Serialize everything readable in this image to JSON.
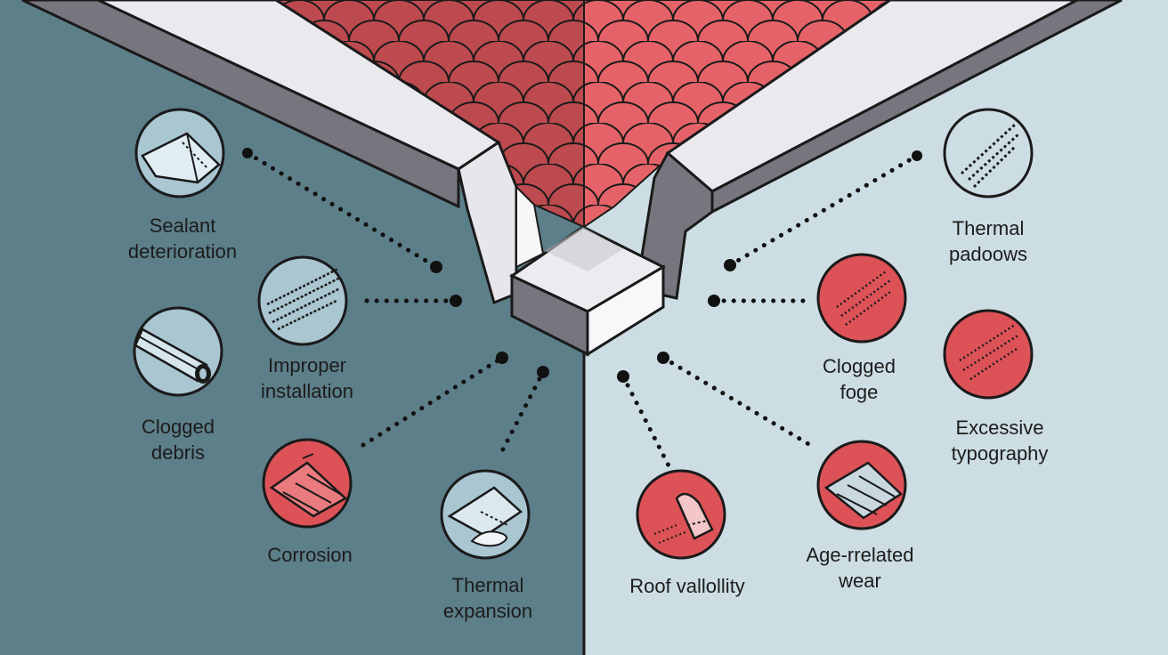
{
  "colors": {
    "left_panel": "#5d7f89",
    "right_panel": "#ccdde3",
    "roof_tile_dark": "#bd4a4e",
    "roof_tile_light": "#e56368",
    "flashing_light": "#e9e9ee",
    "flashing_dark": "#77767f",
    "icon_blue": "#a9c6d1",
    "icon_red": "#dc5257",
    "outline": "#1a1a1a"
  },
  "left_labels": [
    {
      "id": "sealant",
      "lines": [
        "Sealant",
        "deterioration"
      ],
      "icon": "flashing-channel-icon",
      "icon_color": "blue"
    },
    {
      "id": "improper",
      "lines": [
        "Improper",
        "installation"
      ],
      "icon": "text-pattern-icon",
      "icon_color": "blue"
    },
    {
      "id": "clogged-debris",
      "lines": [
        "Clogged",
        "debris"
      ],
      "icon": "pipe-icon",
      "icon_color": "blue"
    },
    {
      "id": "corrosion",
      "lines": [
        "Corrosion"
      ],
      "icon": "corroded-panel-icon",
      "icon_color": "red"
    },
    {
      "id": "thermal-expansion",
      "lines": [
        "Thermal",
        "expansion"
      ],
      "icon": "hand-on-flashing-icon",
      "icon_color": "blue"
    }
  ],
  "right_labels": [
    {
      "id": "thermal-padoows",
      "lines": [
        "Thermal",
        "padoows"
      ],
      "icon": "dotted-grid-icon",
      "icon_color": "blue"
    },
    {
      "id": "clogged-foge",
      "lines": [
        "Clogged",
        "foge"
      ],
      "icon": "striped-pattern-icon",
      "icon_color": "red"
    },
    {
      "id": "excessive",
      "lines": [
        "Excessive",
        "typography"
      ],
      "icon": "striped-pattern-icon",
      "icon_color": "red"
    },
    {
      "id": "age-wear",
      "lines": [
        "Age-rrelated",
        "wear"
      ],
      "icon": "worn-flashing-icon",
      "icon_color": "red"
    },
    {
      "id": "roof-vallollity",
      "lines": [
        "Roof vallollity"
      ],
      "icon": "roof-tile-icon",
      "icon_color": "red"
    }
  ]
}
